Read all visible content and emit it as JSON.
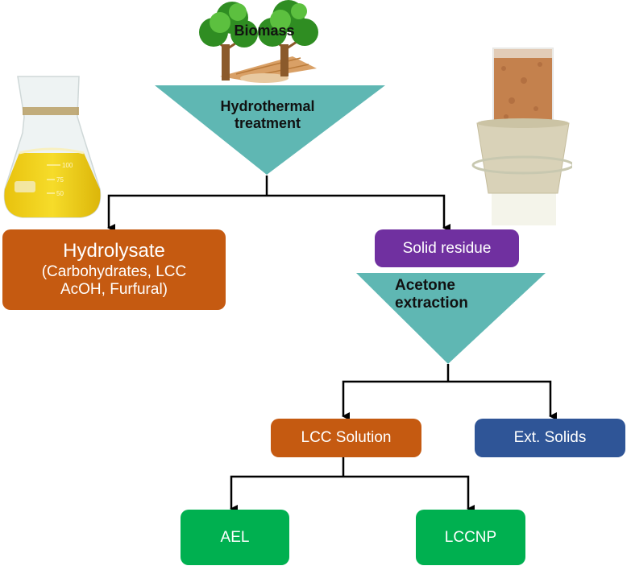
{
  "colors": {
    "teal": "#5fb7b3",
    "orange": "#c55a11",
    "purple": "#7030a0",
    "blue": "#2f5597",
    "green": "#00b050",
    "line": "#000000",
    "tree_green": "#3a9b2a",
    "trunk": "#8b5a2b",
    "flask_liquid": "#f2d21c",
    "residue": "#c4814d",
    "stopper": "#d9d2b8"
  },
  "nodes": {
    "biomass": {
      "label": "Biomass",
      "icon": "trees-icon"
    },
    "hydrothermal": {
      "line1": "Hydrothermal",
      "line2": "treatment"
    },
    "hydrolysate": {
      "title": "Hydrolysate",
      "line2": "(Carbohydrates, LCC",
      "line3": "AcOH, Furfural)"
    },
    "solid_residue": {
      "label": "Solid residue"
    },
    "acetone": {
      "line1": "Acetone",
      "line2": "extraction"
    },
    "lcc_solution": {
      "label": "LCC Solution"
    },
    "ext_solids": {
      "label": "Ext. Solids"
    },
    "ael": {
      "label": "AEL"
    },
    "lccnp": {
      "label": "LCCNP"
    }
  },
  "photos": {
    "left": {
      "icon": "erlenmeyer-flask-icon",
      "marks": [
        "100",
        "75",
        "50"
      ]
    },
    "right": {
      "icon": "filter-funnel-residue-icon"
    }
  }
}
